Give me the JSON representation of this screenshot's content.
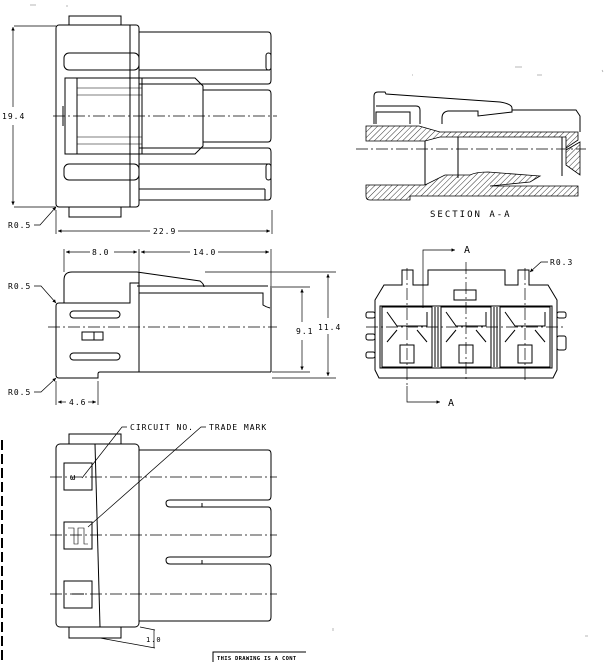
{
  "drawing": {
    "top_view": {
      "height_dim": "19.4",
      "length_dim": "22.9",
      "radius": "R0.5"
    },
    "side_view": {
      "dim_front": "8.0",
      "dim_rear": "14.0",
      "dim_inner_height": "9.1",
      "dim_total_height": "11.4",
      "dim_step": "4.6",
      "radius_top": "R0.5",
      "radius_bottom": "R0.5"
    },
    "section": {
      "title": "SECTION A-A"
    },
    "front_view": {
      "section_marker_top": "A",
      "section_marker_bottom": "A",
      "radius": "R0.3"
    },
    "bottom_view": {
      "circuit_label": "CIRCUIT NO.",
      "trademark_label": "TRADE MARK",
      "offset_dim": "1.0"
    },
    "note": {
      "text": "THIS DRAWING IS A CONT"
    }
  }
}
